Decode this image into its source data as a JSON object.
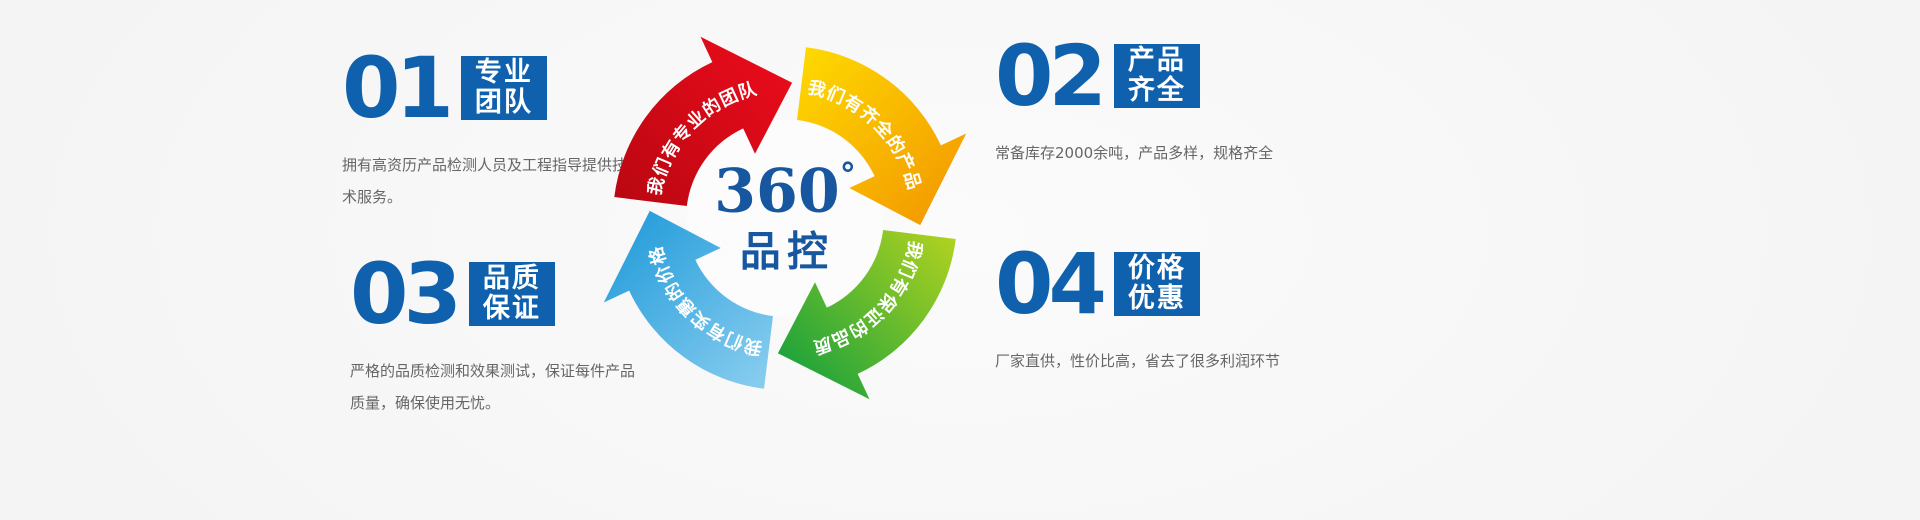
{
  "page": {
    "background": "#f5f5f5",
    "accent_color": "#0f61ae",
    "body_text_color": "#666666"
  },
  "cycle": {
    "center_value": "360",
    "center_degree": "°",
    "center_label": "品控",
    "arrows": [
      {
        "name": "team",
        "label": "我们有专业的团队",
        "color_start": "#b70711",
        "color_end": "#ed0c1b"
      },
      {
        "name": "products",
        "label": "我们有齐全的产品",
        "color_start": "#ffdc00",
        "color_end": "#f29600"
      },
      {
        "name": "quality",
        "label": "我们有保证的品质",
        "color_start": "#b8d51e",
        "color_end": "#0f9e3e"
      },
      {
        "name": "price",
        "label": "我们有实惠的价格",
        "color_start": "#8fd0f1",
        "color_end": "#1f9ad9"
      }
    ]
  },
  "features": [
    {
      "number": "01",
      "title_line1": "专业",
      "title_line2": "团队",
      "description": "拥有高资历产品检测人员及工程指导提供技术服务。"
    },
    {
      "number": "02",
      "title_line1": "产品",
      "title_line2": "齐全",
      "description": "常备库存2000余吨，产品多样，规格齐全"
    },
    {
      "number": "03",
      "title_line1": "品质",
      "title_line2": "保证",
      "description": "严格的品质检测和效果测试，保证每件产品质量，确保使用无忧。"
    },
    {
      "number": "04",
      "title_line1": "价格",
      "title_line2": "优惠",
      "description": "厂家直供，性价比高，省去了很多利润环节"
    }
  ]
}
